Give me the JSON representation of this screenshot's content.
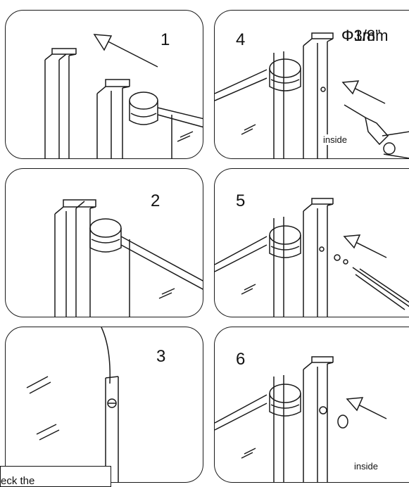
{
  "steps": [
    {
      "number": "1"
    },
    {
      "number": "2"
    },
    {
      "number": "3"
    },
    {
      "number": "4"
    },
    {
      "number": "5"
    },
    {
      "number": "6"
    }
  ],
  "drill": {
    "diameter_metric": "Φ3mm",
    "diameter_imperial": "Φ1/8”"
  },
  "labels": {
    "inside_step4": "inside",
    "inside_step6": "inside"
  },
  "note": {
    "text": "eck the"
  },
  "colors": {
    "line": "#1a1a1a",
    "background": "#ffffff"
  }
}
